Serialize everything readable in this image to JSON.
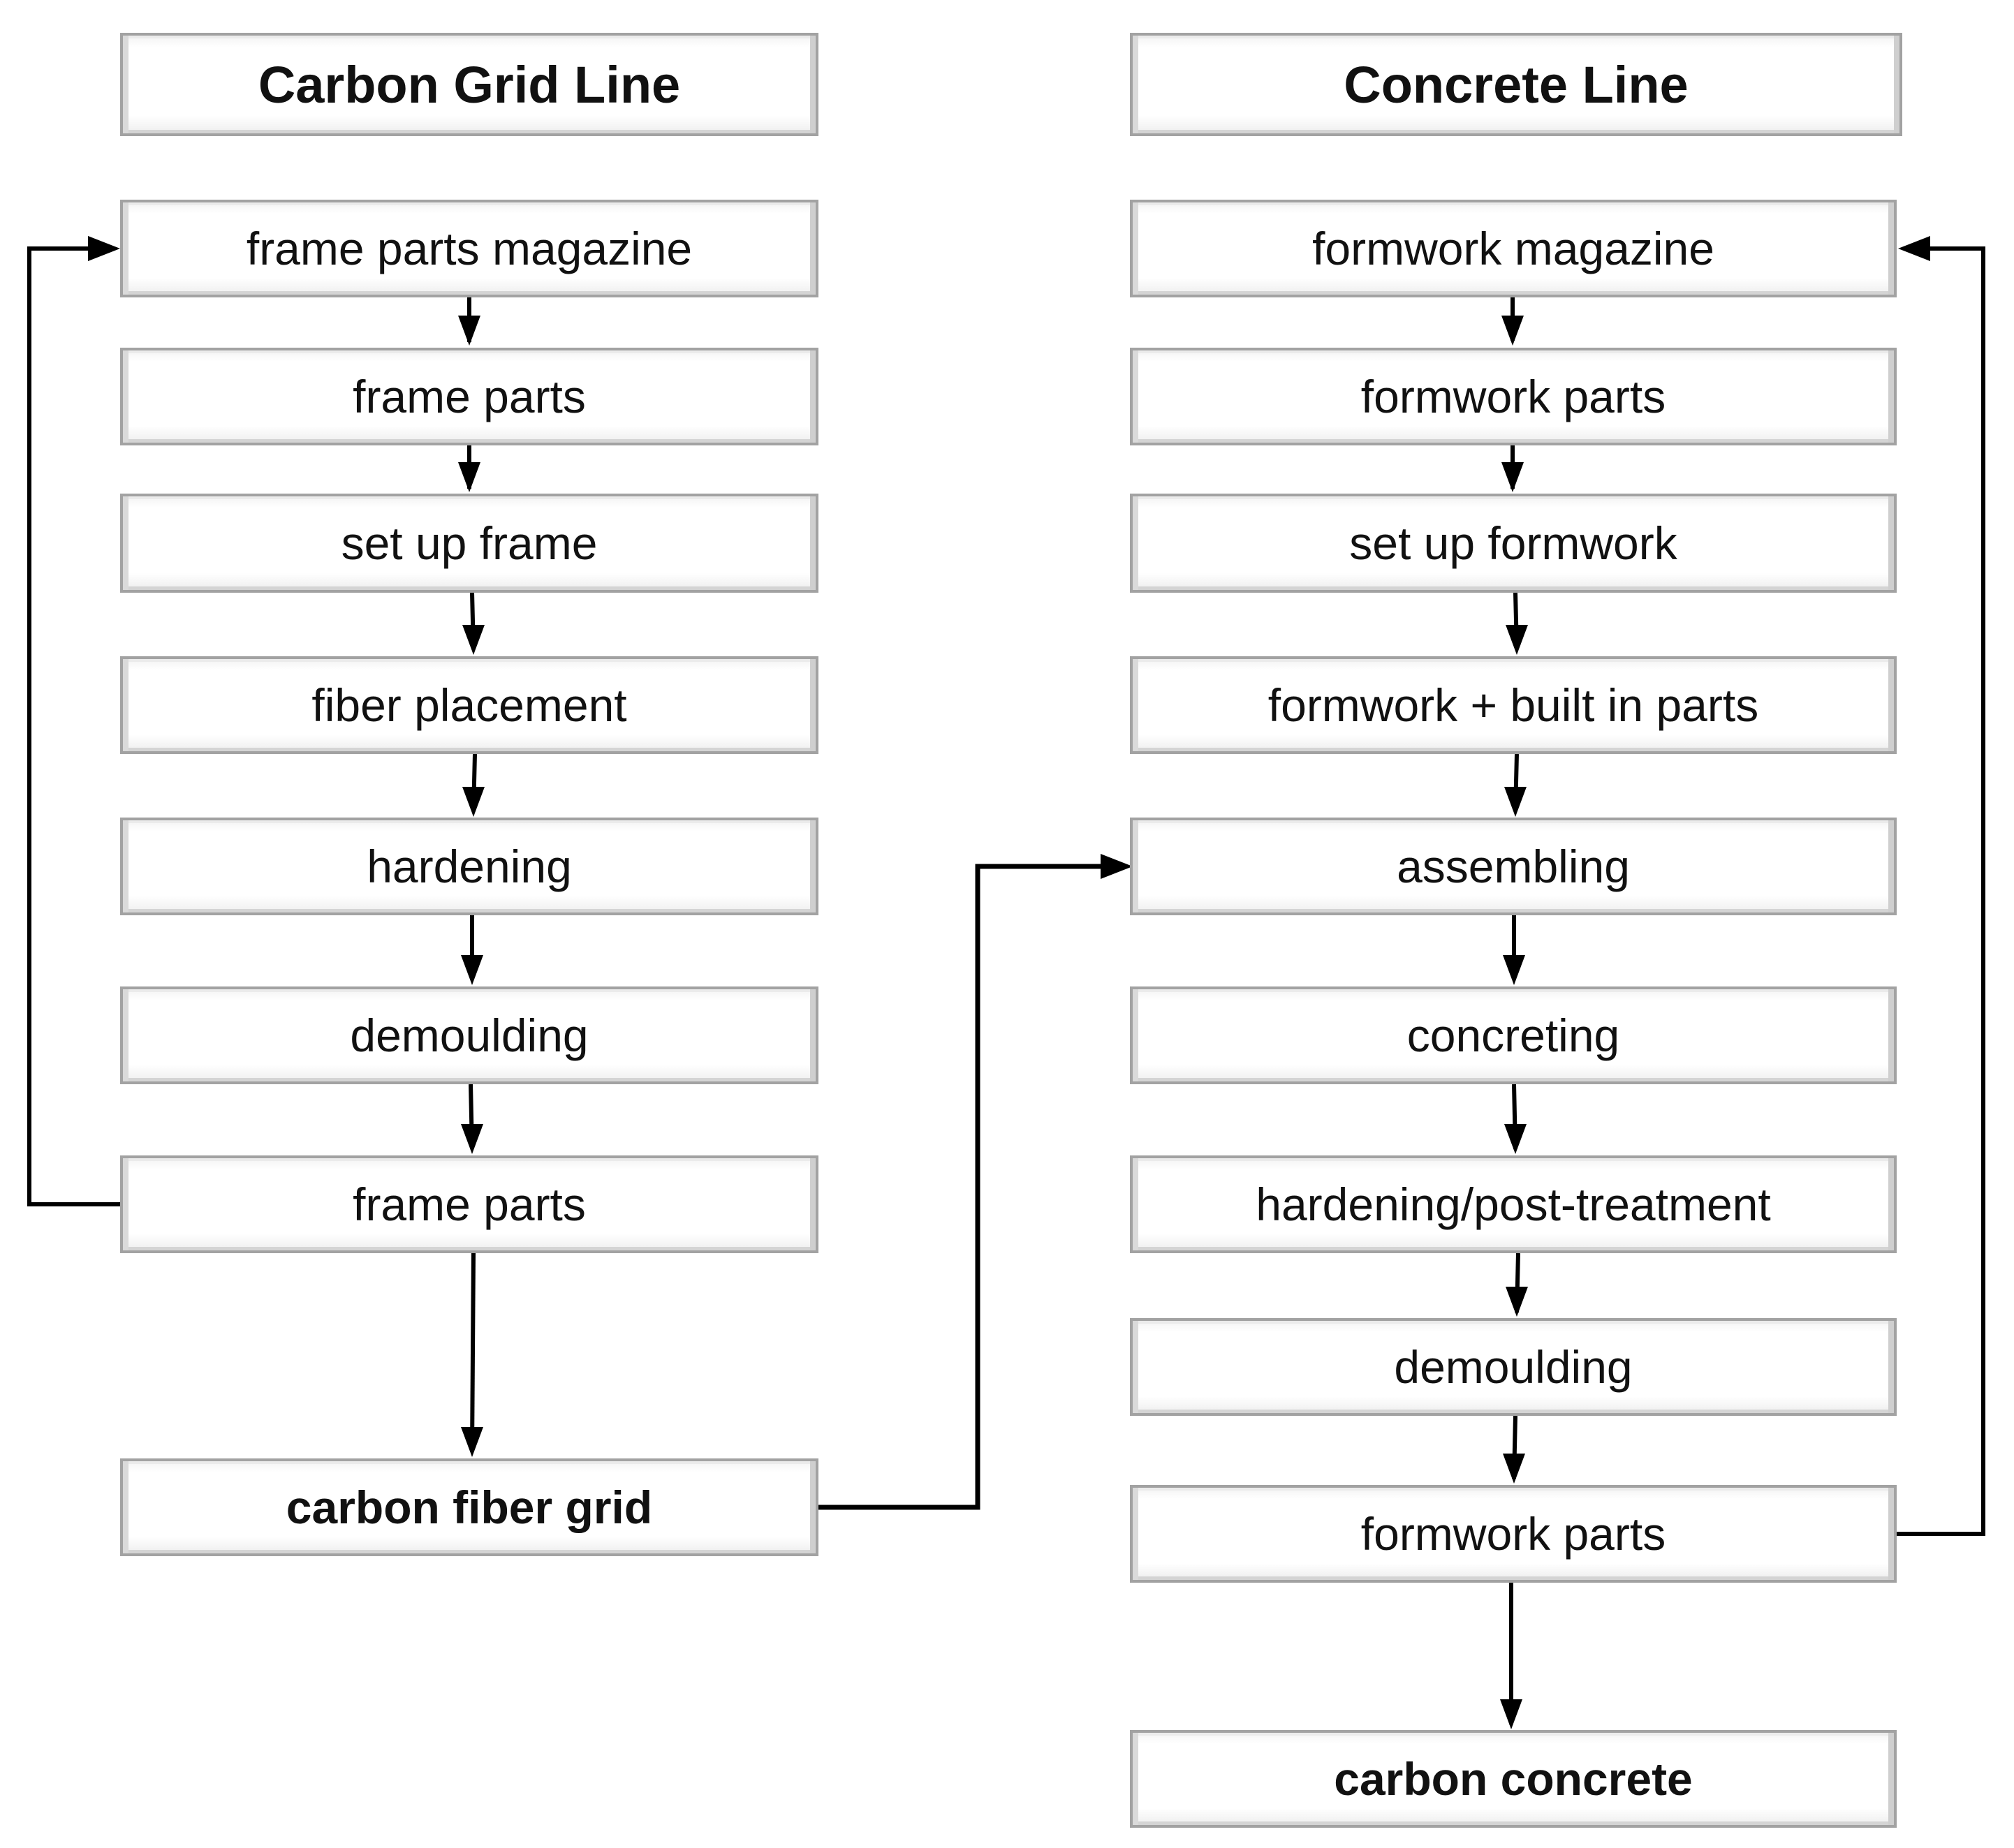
{
  "carbon_grid_line": {
    "header": "Carbon Grid Line",
    "steps": [
      "frame parts magazine",
      "frame parts",
      "set up frame",
      "fiber placement",
      "hardening",
      "demoulding",
      "frame parts"
    ],
    "output": "carbon fiber grid"
  },
  "concrete_line": {
    "header": "Concrete Line",
    "steps": [
      "formwork magazine",
      "formwork parts",
      "set up formwork",
      "formwork + built in parts",
      "assembling",
      "concreting",
      "hardening/post-treatment",
      "demoulding",
      "formwork parts"
    ],
    "output": "carbon concrete"
  },
  "colors": {
    "box_border": "#a2a2a2",
    "arrow": "#000000",
    "text": "#111111"
  }
}
